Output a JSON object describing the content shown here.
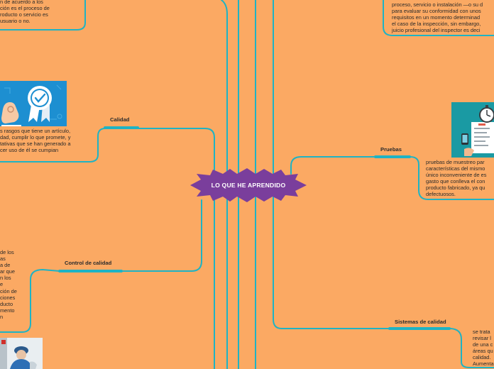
{
  "central": {
    "title": "LO QUE HE APRENDIDO"
  },
  "topics": {
    "calidad": {
      "label": "Calidad"
    },
    "pruebas": {
      "label": "Pruebas"
    },
    "control_calidad": {
      "label": "Control de calidad"
    },
    "sistemas_calidad": {
      "label": "Sistemas de calidad"
    }
  },
  "notes": {
    "top_left": "n de acuerdo a los\nción es el proceso de\nroducto o servicio es\nusuario o no.",
    "top_right": "proceso, servicio o instalación —o su d\npara evaluar su conformidad con unos\nrequisitos en un momento determinad\nel caso de la inspección, sin embargo,\njuicio profesional del inspector es deci",
    "calidad": "s rasgos que tiene un artículo,\ndad, cumplir lo que promete, y\ntativas que se han generado a\ncer uso de él se cumpian",
    "pruebas": "pruebas de muestreo par\ncaracterísticas del mismo\núnico inconveniente de es\ngasto que conlleva el con\nproducto fabricado, ya qu\ndefectuosos.",
    "control": "de los\nas\na de\nar que\nn los\ne\nción de\nciones\nducto\nmento\nn",
    "sistemas": "se trata\nrevisar l\nde una c\náreas qu\ncalidad.\nAumenta"
  },
  "icons": {
    "calidad_image": "quality-badge-hand-icon",
    "pruebas_image": "testing-clipboard-stopwatch-icon",
    "control_image": "worker-photo"
  },
  "colors": {
    "background": "#FBA963",
    "connector": "#1EB3C4",
    "central": "#7A3E9C"
  }
}
